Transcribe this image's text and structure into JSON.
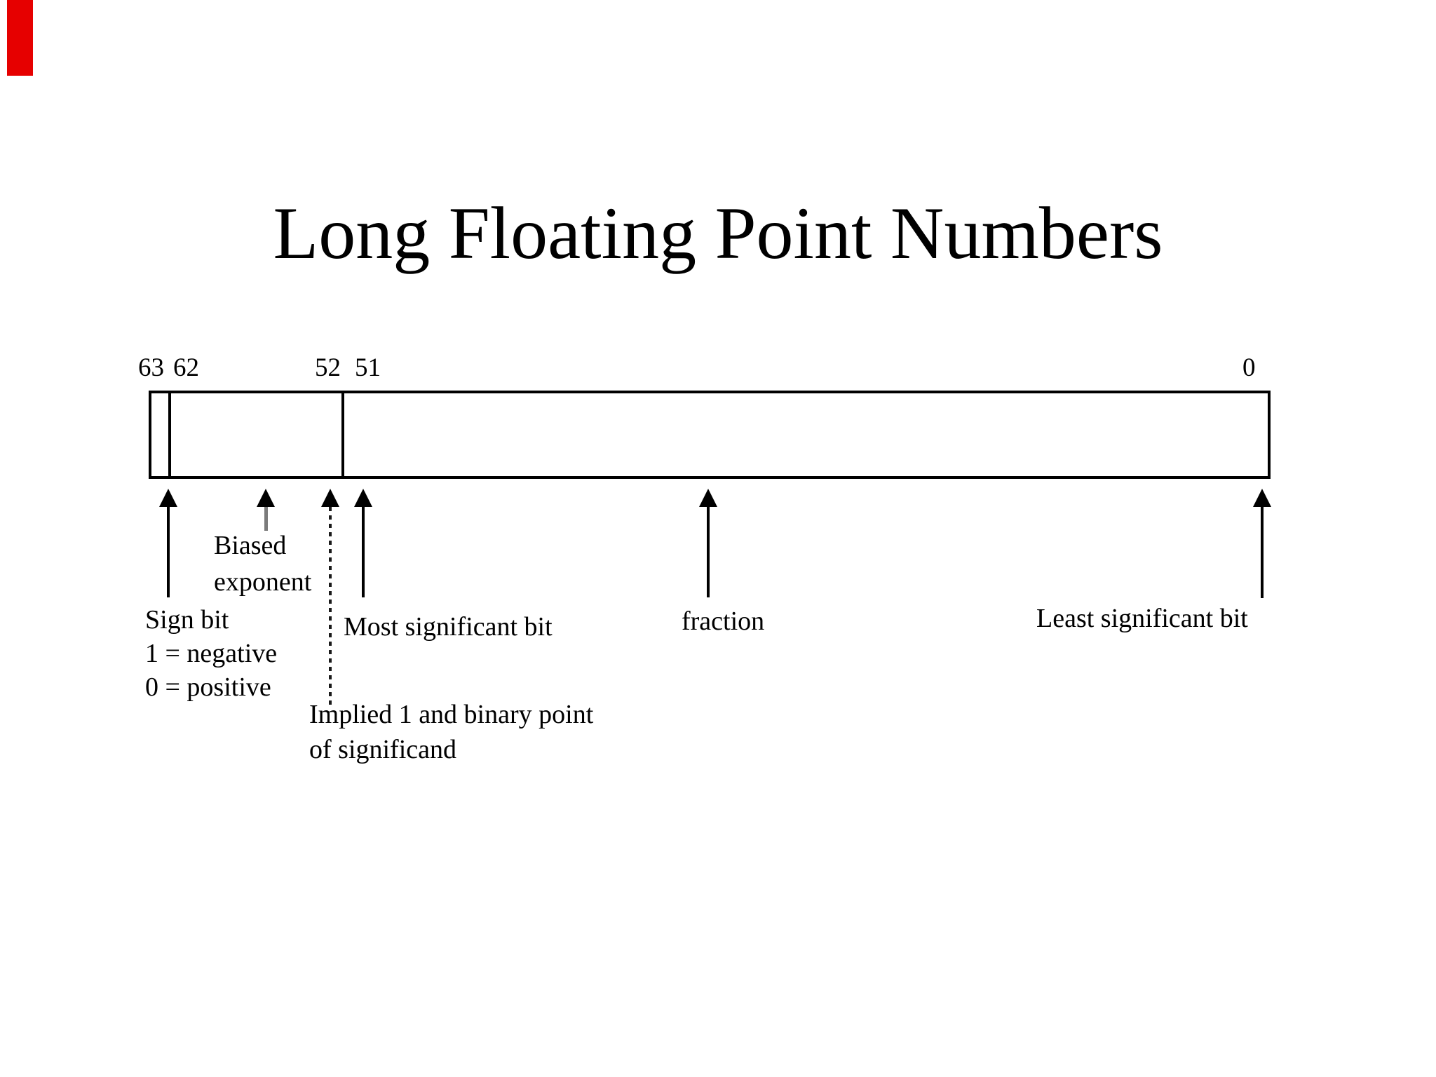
{
  "slide": {
    "title": "Long Floating Point Numbers"
  },
  "colors": {
    "background": "#ffffff",
    "text": "#000000",
    "box_border": "#000000",
    "arrow": "#000000",
    "gray_arrow_stem": "#7b7b7b",
    "red_corner_marker": "#e60000"
  },
  "diagram": {
    "bit_positions": {
      "b63": "63",
      "b62": "62",
      "b52": "52",
      "b51": "51",
      "b0": "0"
    },
    "labels": {
      "sign": {
        "line1": "Sign bit",
        "line2": "1 = negative",
        "line3": "0 = positive"
      },
      "biased_exponent": {
        "line1": "Biased",
        "line2": "exponent"
      },
      "most_significant_bit": {
        "text": "Most significant bit"
      },
      "implied": {
        "line1": "Implied 1 and binary point",
        "line2": "of significand"
      },
      "fraction": {
        "text": "fraction"
      },
      "least_significant_bit": {
        "text": "Least significant bit"
      }
    }
  }
}
